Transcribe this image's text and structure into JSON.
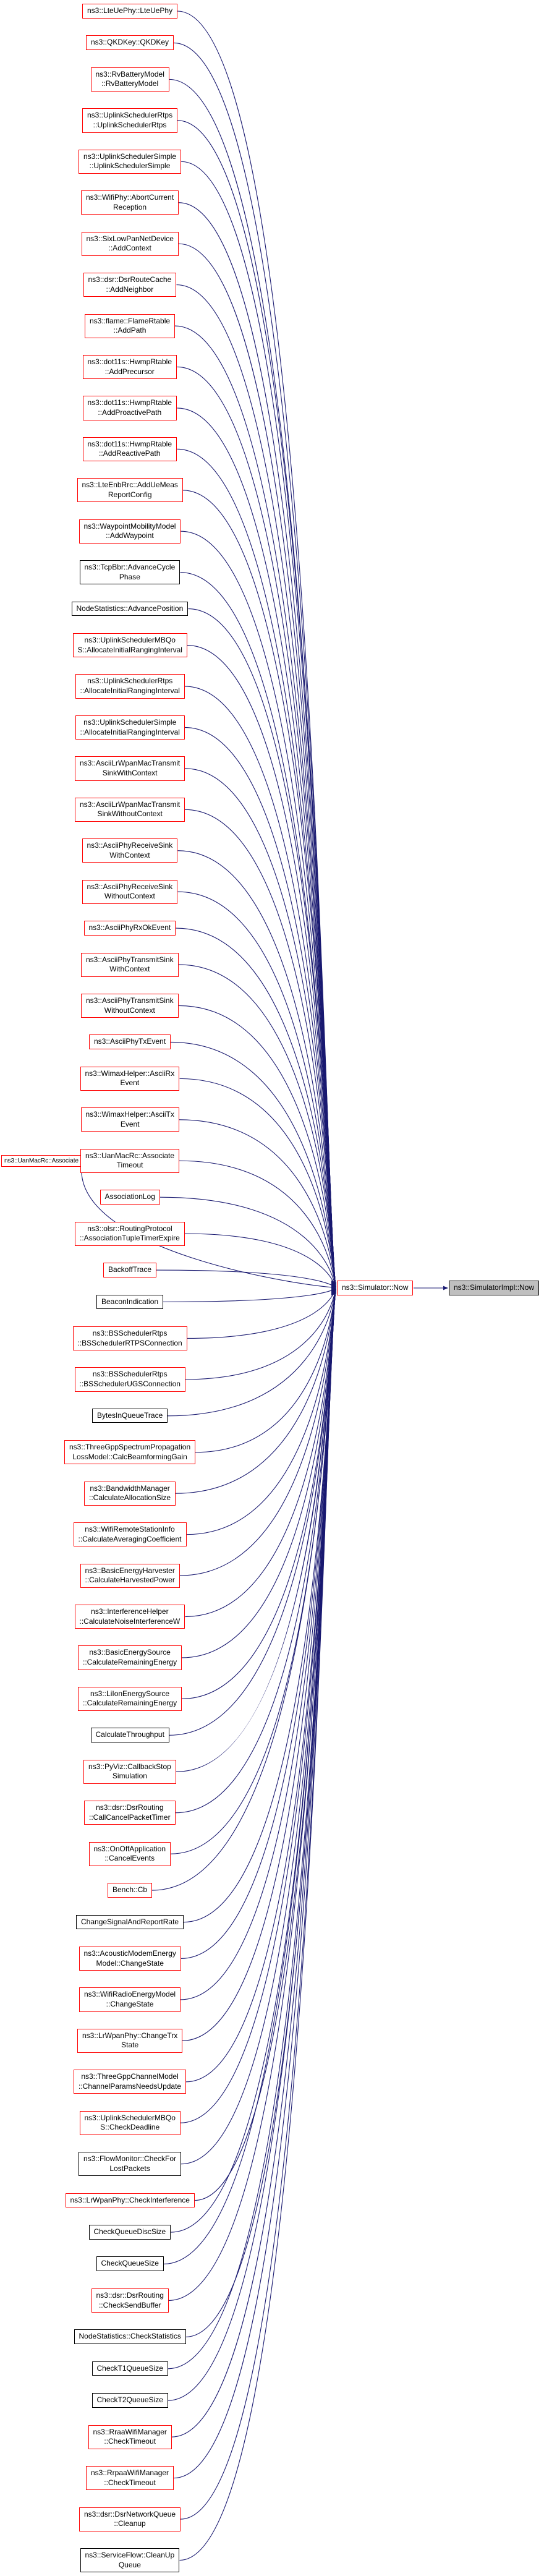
{
  "graph": {
    "center_node": {
      "label": "ns3::Simulator::Now",
      "border": "red"
    },
    "target_node": {
      "label": "ns3::SimulatorImpl::Now",
      "border": "black"
    },
    "side_caller": {
      "label": "ns3::UanMacRc::Associate",
      "border": "red",
      "target_index": 29
    },
    "colors": {
      "edge": "#191970",
      "red_border": "#ff0000",
      "black_border": "#000000",
      "node_fill": "#ffffff",
      "current_fill": "#bfbfbf"
    },
    "callers": [
      {
        "label": "ns3::LteUePhy::LteUePhy",
        "border": "red"
      },
      {
        "label": "ns3::QKDKey::QKDKey",
        "border": "red"
      },
      {
        "label": "ns3::RvBatteryModel\n::RvBatteryModel",
        "border": "red"
      },
      {
        "label": "ns3::UplinkSchedulerRtps\n::UplinkSchedulerRtps",
        "border": "red"
      },
      {
        "label": "ns3::UplinkSchedulerSimple\n::UplinkSchedulerSimple",
        "border": "red"
      },
      {
        "label": "ns3::WifiPhy::AbortCurrent\nReception",
        "border": "red"
      },
      {
        "label": "ns3::SixLowPanNetDevice\n::AddContext",
        "border": "red"
      },
      {
        "label": "ns3::dsr::DsrRouteCache\n::AddNeighbor",
        "border": "red"
      },
      {
        "label": "ns3::flame::FlameRtable\n::AddPath",
        "border": "red"
      },
      {
        "label": "ns3::dot11s::HwmpRtable\n::AddPrecursor",
        "border": "red"
      },
      {
        "label": "ns3::dot11s::HwmpRtable\n::AddProactivePath",
        "border": "red"
      },
      {
        "label": "ns3::dot11s::HwmpRtable\n::AddReactivePath",
        "border": "red"
      },
      {
        "label": "ns3::LteEnbRrc::AddUeMeas\nReportConfig",
        "border": "red"
      },
      {
        "label": "ns3::WaypointMobilityModel\n::AddWaypoint",
        "border": "red"
      },
      {
        "label": "ns3::TcpBbr::AdvanceCycle\nPhase",
        "border": "black"
      },
      {
        "label": "NodeStatistics::AdvancePosition",
        "border": "black"
      },
      {
        "label": "ns3::UplinkSchedulerMBQo\nS::AllocateInitialRangingInterval",
        "border": "red"
      },
      {
        "label": "ns3::UplinkSchedulerRtps\n::AllocateInitialRangingInterval",
        "border": "red"
      },
      {
        "label": "ns3::UplinkSchedulerSimple\n::AllocateInitialRangingInterval",
        "border": "red"
      },
      {
        "label": "ns3::AsciiLrWpanMacTransmit\nSinkWithContext",
        "border": "red"
      },
      {
        "label": "ns3::AsciiLrWpanMacTransmit\nSinkWithoutContext",
        "border": "red"
      },
      {
        "label": "ns3::AsciiPhyReceiveSink\nWithContext",
        "border": "red"
      },
      {
        "label": "ns3::AsciiPhyReceiveSink\nWithoutContext",
        "border": "red"
      },
      {
        "label": "ns3::AsciiPhyRxOkEvent",
        "border": "red"
      },
      {
        "label": "ns3::AsciiPhyTransmitSink\nWithContext",
        "border": "red"
      },
      {
        "label": "ns3::AsciiPhyTransmitSink\nWithoutContext",
        "border": "red"
      },
      {
        "label": "ns3::AsciiPhyTxEvent",
        "border": "red"
      },
      {
        "label": "ns3::WimaxHelper::AsciiRx\nEvent",
        "border": "red"
      },
      {
        "label": "ns3::WimaxHelper::AsciiTx\nEvent",
        "border": "red"
      },
      {
        "label": "ns3::UanMacRc::Associate\nTimeout",
        "border": "red"
      },
      {
        "label": "AssociationLog",
        "border": "red"
      },
      {
        "label": "ns3::olsr::RoutingProtocol\n::AssociationTupleTimerExpire",
        "border": "red"
      },
      {
        "label": "BackoffTrace",
        "border": "red"
      },
      {
        "label": "BeaconIndication",
        "border": "black"
      },
      {
        "label": "ns3::BSSchedulerRtps\n::BSSchedulerRTPSConnection",
        "border": "red"
      },
      {
        "label": "ns3::BSSchedulerRtps\n::BSSchedulerUGSConnection",
        "border": "red"
      },
      {
        "label": "BytesInQueueTrace",
        "border": "black"
      },
      {
        "label": "ns3::ThreeGppSpectrumPropagation\nLossModel::CalcBeamformingGain",
        "border": "red"
      },
      {
        "label": "ns3::BandwidthManager\n::CalculateAllocationSize",
        "border": "red"
      },
      {
        "label": "ns3::WifiRemoteStationInfo\n::CalculateAveragingCoefficient",
        "border": "red"
      },
      {
        "label": "ns3::BasicEnergyHarvester\n::CalculateHarvestedPower",
        "border": "red"
      },
      {
        "label": "ns3::InterferenceHelper\n::CalculateNoiseInterferenceW",
        "border": "red"
      },
      {
        "label": "ns3::BasicEnergySource\n::CalculateRemainingEnergy",
        "border": "red"
      },
      {
        "label": "ns3::LiIonEnergySource\n::CalculateRemainingEnergy",
        "border": "red"
      },
      {
        "label": "CalculateThroughput",
        "border": "black"
      },
      {
        "label": "ns3::PyViz::CallbackStop\nSimulation",
        "border": "red"
      },
      {
        "label": "ns3::dsr::DsrRouting\n::CallCancelPacketTimer",
        "border": "red"
      },
      {
        "label": "ns3::OnOffApplication\n::CancelEvents",
        "border": "red"
      },
      {
        "label": "Bench::Cb",
        "border": "red"
      },
      {
        "label": "ChangeSignalAndReportRate",
        "border": "black"
      },
      {
        "label": "ns3::AcousticModemEnergy\nModel::ChangeState",
        "border": "red"
      },
      {
        "label": "ns3::WifiRadioEnergyModel\n::ChangeState",
        "border": "red"
      },
      {
        "label": "ns3::LrWpanPhy::ChangeTrx\nState",
        "border": "red"
      },
      {
        "label": "ns3::ThreeGppChannelModel\n::ChannelParamsNeedsUpdate",
        "border": "red"
      },
      {
        "label": "ns3::UplinkSchedulerMBQo\nS::CheckDeadline",
        "border": "red"
      },
      {
        "label": "ns3::FlowMonitor::CheckFor\nLostPackets",
        "border": "black"
      },
      {
        "label": "ns3::LrWpanPhy::CheckInterference",
        "border": "red"
      },
      {
        "label": "CheckQueueDiscSize",
        "border": "black"
      },
      {
        "label": "CheckQueueSize",
        "border": "black"
      },
      {
        "label": "ns3::dsr::DsrRouting\n::CheckSendBuffer",
        "border": "red"
      },
      {
        "label": "NodeStatistics::CheckStatistics",
        "border": "black"
      },
      {
        "label": "CheckT1QueueSize",
        "border": "black"
      },
      {
        "label": "CheckT2QueueSize",
        "border": "black"
      },
      {
        "label": "ns3::RraaWifiManager\n::CheckTimeout",
        "border": "red"
      },
      {
        "label": "ns3::RrpaaWifiManager\n::CheckTimeout",
        "border": "red"
      },
      {
        "label": "ns3::dsr::DsrNetworkQueue\n::Cleanup",
        "border": "red"
      },
      {
        "label": "ns3::ServiceFlow::CleanUp\nQueue",
        "border": "black"
      }
    ]
  }
}
